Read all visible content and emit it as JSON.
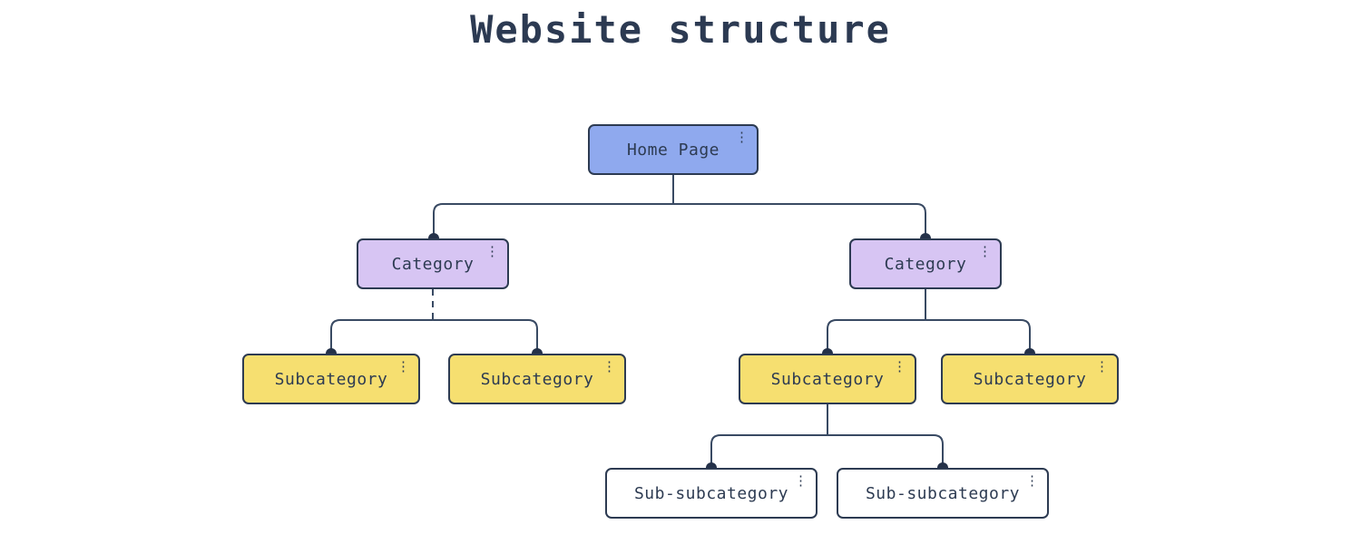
{
  "title": "Website structure",
  "colors": {
    "background": "#ffffff",
    "ink": "#2d3b52",
    "connector_line": "#394a63",
    "junction_dot": "#243149",
    "home_fill": "#8fa9ee",
    "category_fill": "#d7c5f3",
    "subcategory_fill": "#f6df70",
    "sub_subcategory_fill": "#ffffff"
  },
  "icons": {
    "menu_glyph": "⋮",
    "menu_name": "kebab-menu-icon"
  },
  "nodes": {
    "home": {
      "label": "Home Page"
    },
    "category_left": {
      "label": "Category"
    },
    "category_right": {
      "label": "Category"
    },
    "subcategory_left_1": {
      "label": "Subcategory"
    },
    "subcategory_left_2": {
      "label": "Subcategory"
    },
    "subcategory_right_1": {
      "label": "Subcategory"
    },
    "subcategory_right_2": {
      "label": "Subcategory"
    },
    "sub_subcategory_1": {
      "label": "Sub-subcategory"
    },
    "sub_subcategory_2": {
      "label": "Sub-subcategory"
    }
  }
}
